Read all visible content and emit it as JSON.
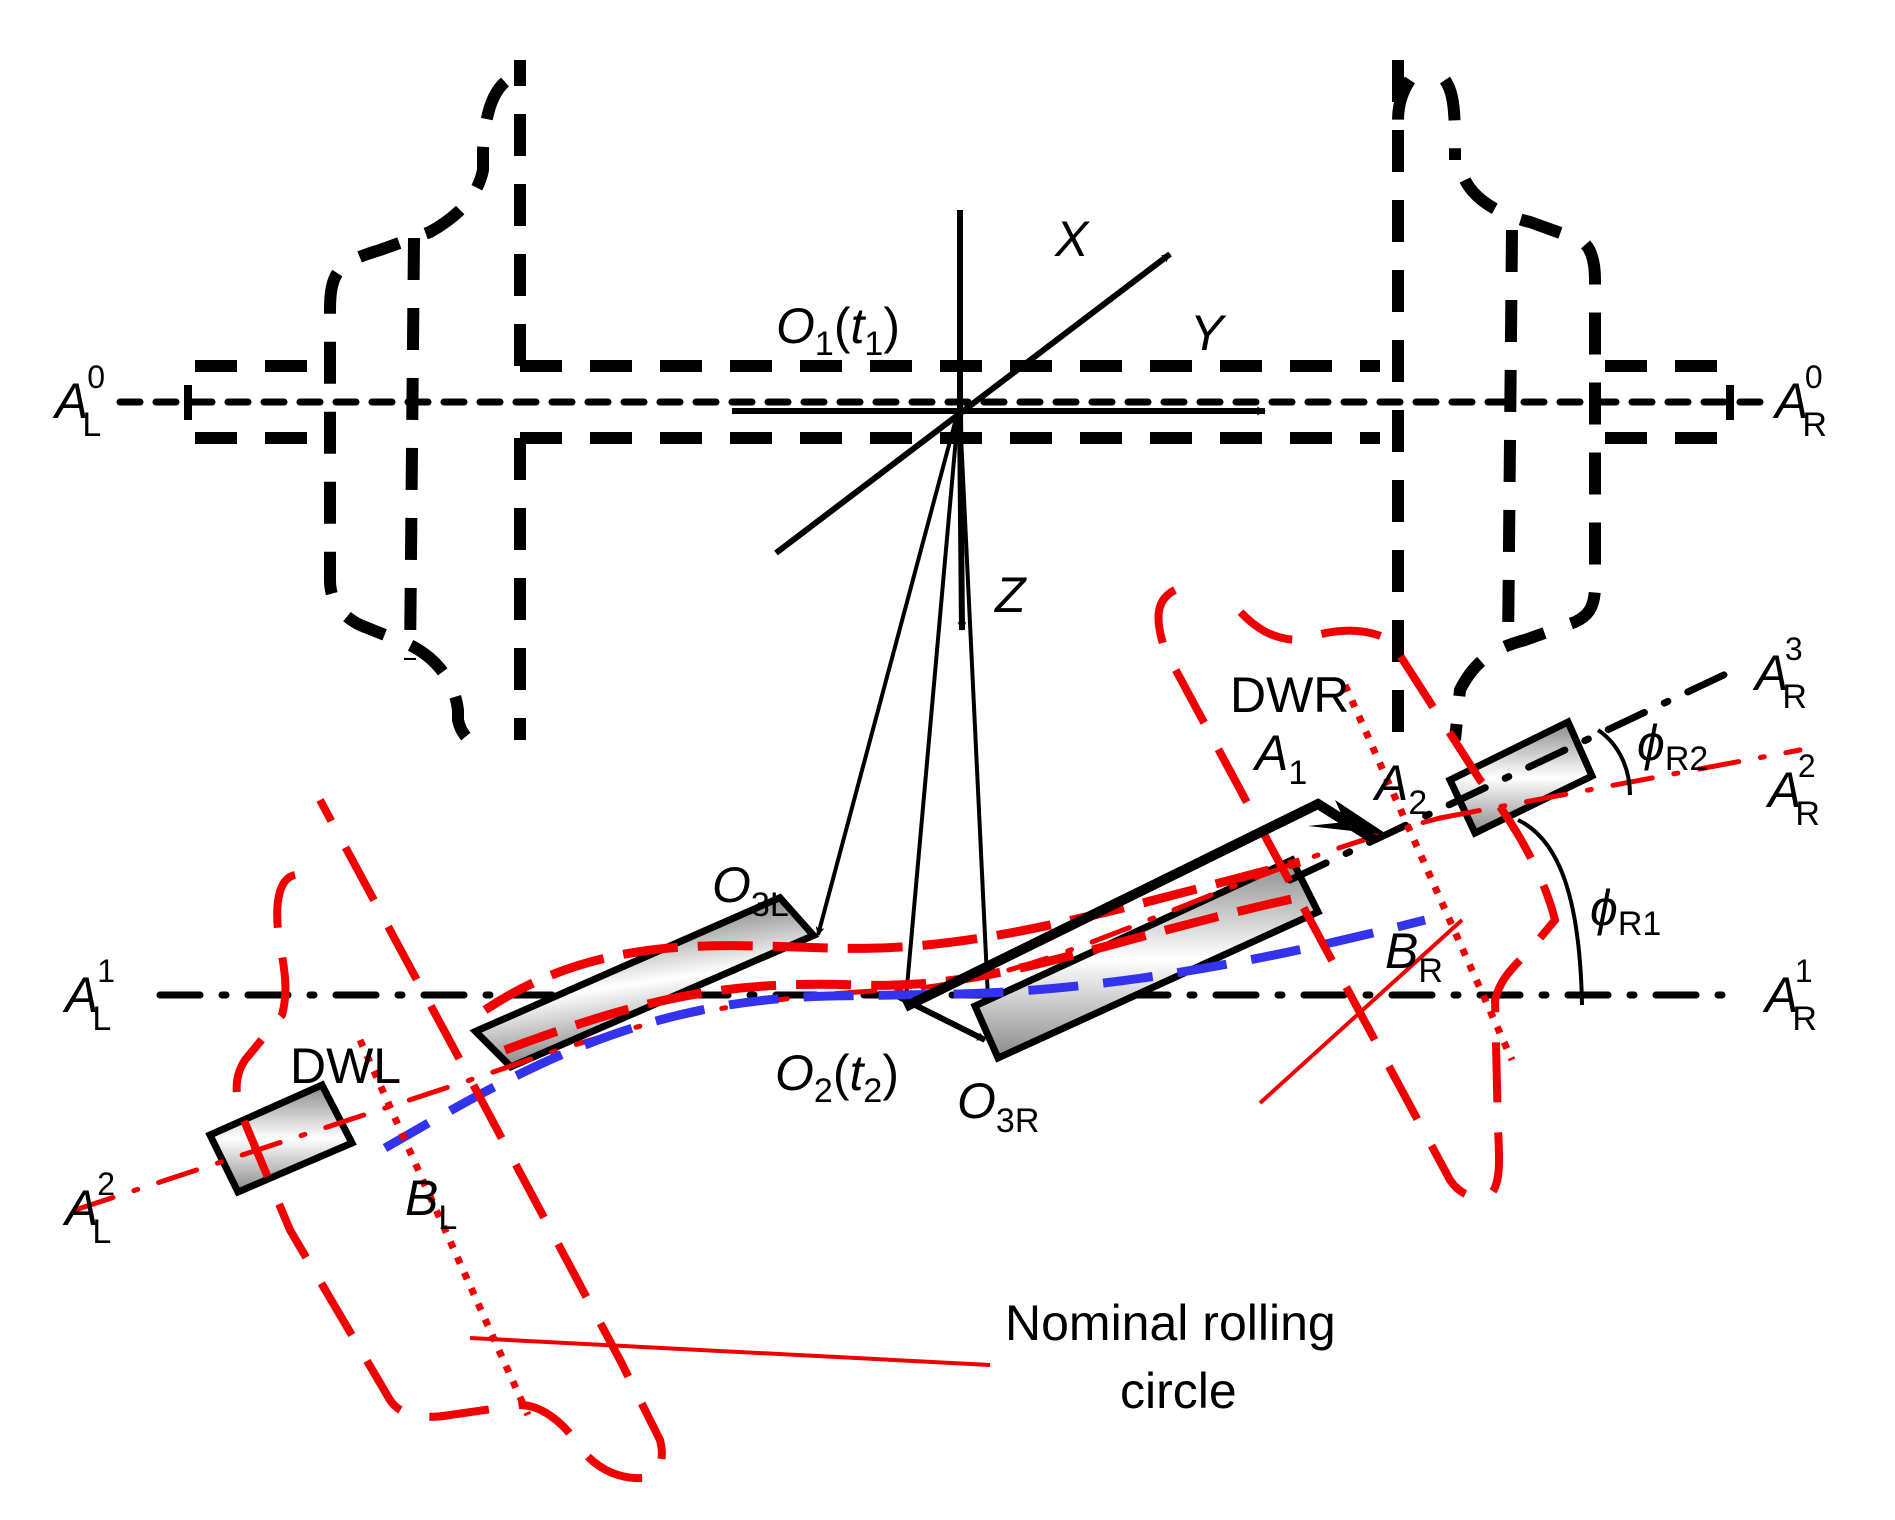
{
  "figure": {
    "description": "Wheelset kinematic diagram with nominal and displaced positions",
    "colors": {
      "nominal": "#000000",
      "displaced": "#f00000",
      "trajectory": "#3333ee"
    },
    "axes": {
      "x": "X",
      "y": "Y",
      "z": "Z"
    },
    "origins": {
      "o1": {
        "base": "O",
        "sub": "1",
        "open": "(",
        "t": "t",
        "tsub": "1",
        "close": ")"
      },
      "o2": {
        "base": "O",
        "sub": "2",
        "open": "(",
        "t": "t",
        "tsub": "2",
        "close": ")"
      },
      "o3l": {
        "base": "O",
        "sub": "3L"
      },
      "o3r": {
        "base": "O",
        "sub": "3R"
      }
    },
    "axis_labels": {
      "al0": {
        "base": "A",
        "sub": "L",
        "sup": "0"
      },
      "ar0": {
        "base": "A",
        "sub": "R",
        "sup": "0"
      },
      "al1": {
        "base": "A",
        "sub": "L",
        "sup": "1"
      },
      "ar1": {
        "base": "A",
        "sub": "R",
        "sup": "1"
      },
      "al2": {
        "base": "A",
        "sub": "L",
        "sup": "2"
      },
      "ar2": {
        "base": "A",
        "sub": "R",
        "sup": "2"
      },
      "ar3": {
        "base": "A",
        "sub": "R",
        "sup": "3"
      }
    },
    "points": {
      "a1": {
        "base": "A",
        "sub": "1"
      },
      "a2": {
        "base": "A",
        "sub": "2"
      },
      "bl": {
        "base": "B",
        "sub": "L"
      },
      "br": {
        "base": "B",
        "sub": "R"
      }
    },
    "angles": {
      "phi_r1": {
        "base": "ϕ",
        "sub": "R1"
      },
      "phi_r2": {
        "base": "ϕ",
        "sub": "R2"
      }
    },
    "wheels": {
      "left": "DWL",
      "right": "DWR"
    },
    "annotation": {
      "line1": "Nominal rolling",
      "line2": "circle"
    }
  }
}
